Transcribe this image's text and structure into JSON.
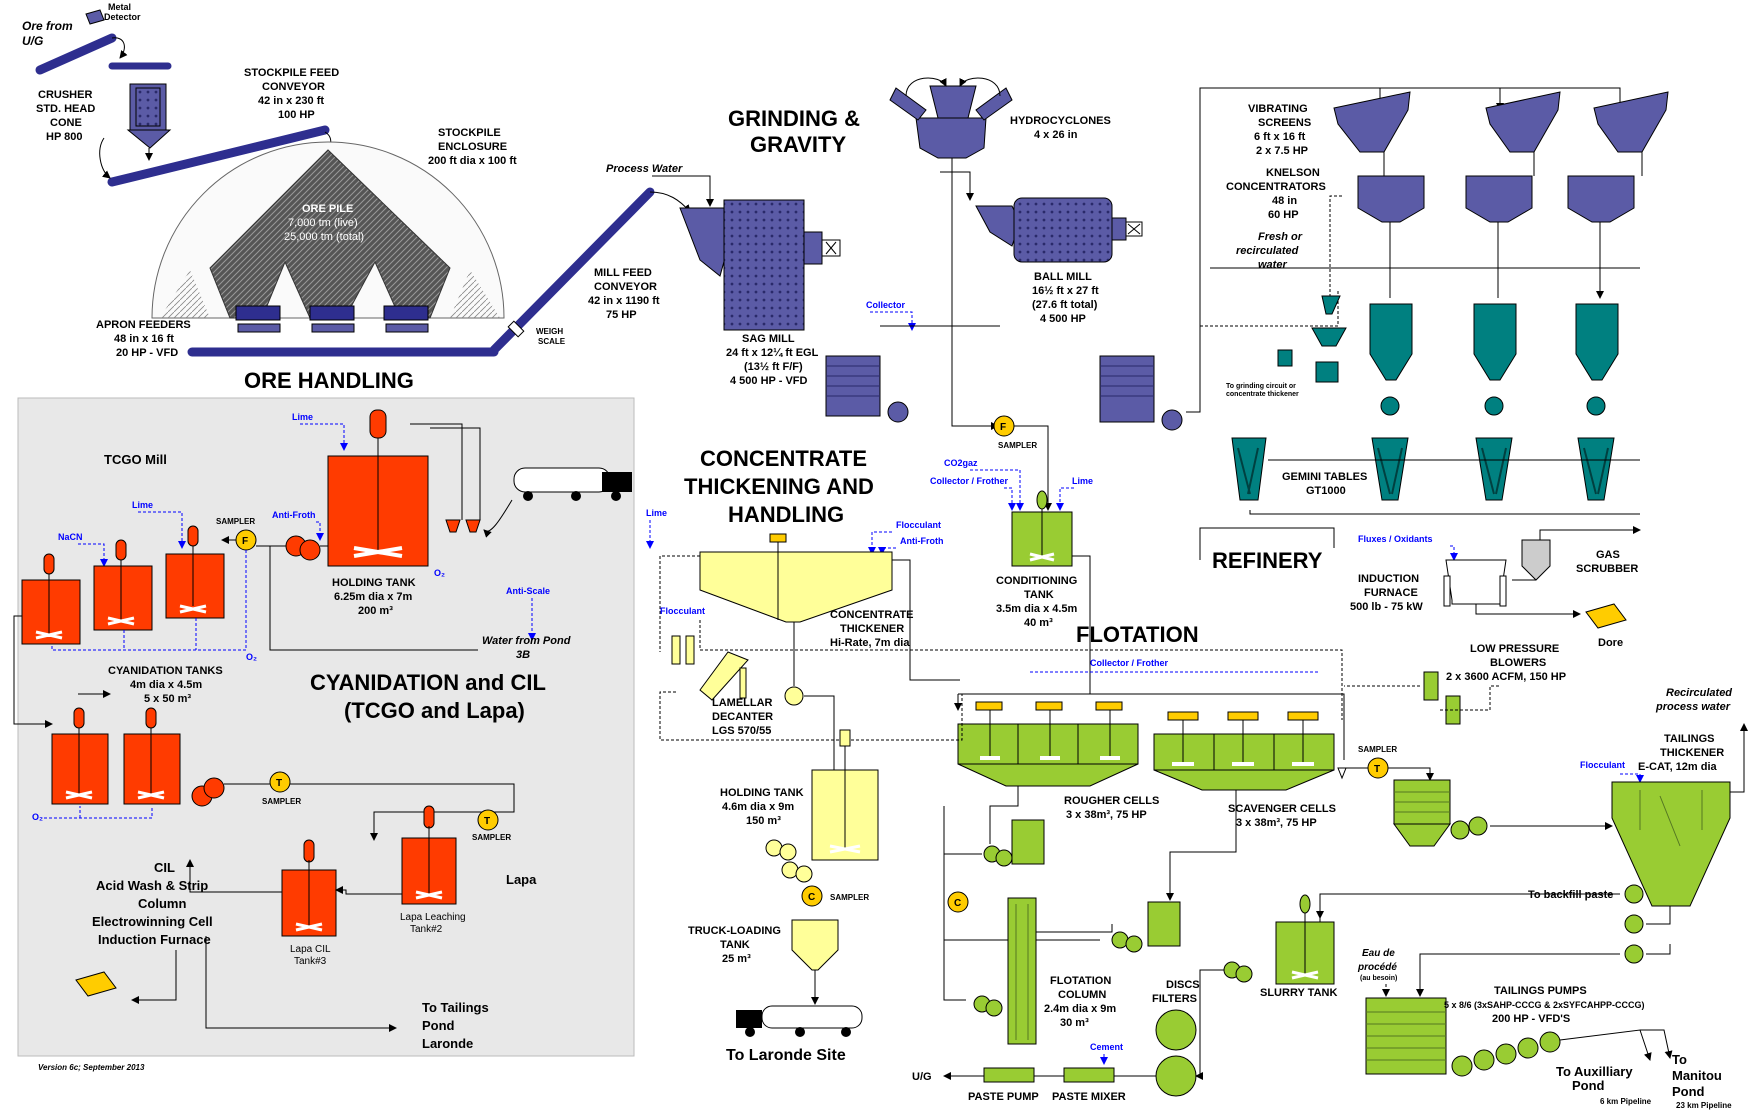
{
  "colors": {
    "equipment_purple": "#5b5ba6",
    "conveyor_blue": "#2e2e8f",
    "cyanidation_red": "#ff3b00",
    "flotation_green": "#99cc33",
    "concentrate_yellow": "#ffff99",
    "gravity_teal": "#008080",
    "sampler_gold": "#ffcc00",
    "reagent_blue": "#0000ff",
    "panel_gray": "#e8e8e8"
  },
  "sections": {
    "ore_handling": "ORE HANDLING",
    "grinding_1": "GRINDING &",
    "grinding_2": "GRAVITY",
    "conc_1": "CONCENTRATE",
    "conc_2": "THICKENING AND",
    "conc_3": "HANDLING",
    "refinery": "REFINERY",
    "flotation": "FLOTATION",
    "cyan_1": "CYANIDATION and CIL",
    "cyan_2": "(TCGO and Lapa)"
  },
  "labels": {
    "ore_from_1": "Ore from",
    "ore_from_2": "U/G",
    "metal_det_1": "Metal",
    "metal_det_2": "Detector",
    "crusher_1": "CRUSHER",
    "crusher_2": "STD. HEAD",
    "crusher_3": "CONE",
    "crusher_4": "HP 800",
    "spf_1": "STOCKPILE FEED",
    "spf_2": "CONVEYOR",
    "spf_3": "42 in x 230 ft",
    "spf_4": "100 HP",
    "spe_1": "STOCKPILE",
    "spe_2": "ENCLOSURE",
    "spe_3": "200 ft dia x 100 ft",
    "orepile_1": "ORE PILE",
    "orepile_2": "7,000 tm (live)",
    "orepile_3": "25,000 tm (total)",
    "apron_1": "APRON FEEDERS",
    "apron_2": "48 in x 16 ft",
    "apron_3": "20 HP - VFD",
    "weigh_1": "WEIGH",
    "weigh_2": "SCALE",
    "process_water": "Process Water",
    "mfc_1": "MILL FEED",
    "mfc_2": "CONVEYOR",
    "mfc_3": "42 in x 1190 ft",
    "mfc_4": "75 HP",
    "sag_1": "SAG MILL",
    "sag_2": "24 ft x 12¼ ft EGL",
    "sag_3": "(13½ ft F/F)",
    "sag_4": "4 500 HP - VFD",
    "collector": "Collector",
    "hydro_1": "HYDROCYCLONES",
    "hydro_2": "4 x 26 in",
    "ball_1": "BALL MILL",
    "ball_2": "16½ ft x 27 ft",
    "ball_3": "(27.6 ft total)",
    "ball_4": "4 500 HP",
    "vib_1": "VIBRATING",
    "vib_2": "SCREENS",
    "vib_3": "6 ft x 16 ft",
    "vib_4": "2 x 7.5 HP",
    "kn_1": "KNELSON",
    "kn_2": "CONCENTRATORS",
    "kn_3": "48 in",
    "kn_4": "60 HP",
    "fresh_1": "Fresh or",
    "fresh_2": "recirculated",
    "fresh_3": "water",
    "to_grind_1": "To grinding circuit or",
    "to_grind_2": "concentrate thickener",
    "gemini_1": "GEMINI TABLES",
    "gemini_2": "GT1000",
    "sampler": "SAMPLER",
    "co2gaz": "CO2gaz",
    "coll_froth": "Collector / Frother",
    "lime": "Lime",
    "cond_1": "CONDITIONING",
    "cond_2": "TANK",
    "cond_3": "3.5m dia x 4.5m",
    "cond_4": "40 m³",
    "fluxes": "Fluxes / Oxidants",
    "ind_1": "INDUCTION",
    "ind_2": "FURNACE",
    "ind_3": "500 lb - 75 kW",
    "gas_1": "GAS",
    "gas_2": "SCRUBBER",
    "dore": "Dore",
    "flocculant": "Flocculant",
    "antifroth": "Anti-Froth",
    "ct_1": "CONCENTRATE",
    "ct_2": "THICKENER",
    "ct_3": "Hi-Rate, 7m dia",
    "lam_1": "LAMELLAR",
    "lam_2": "DECANTER",
    "lam_3": "LGS 570/55",
    "ht2_1": "HOLDING TANK",
    "ht2_2": "4.6m dia x 9m",
    "ht2_3": "150 m³",
    "truck_1": "TRUCK-LOADING",
    "truck_2": "TANK",
    "truck_3": "25 m³",
    "to_laronde": "To Laronde Site",
    "lpb_1": "LOW PRESSURE",
    "lpb_2": "BLOWERS",
    "lpb_3": "2 x 3600 ACFM, 150 HP",
    "recirc_1": "Recirculated",
    "recirc_2": "process water",
    "tt_1": "TAILINGS",
    "tt_2": "THICKENER",
    "tt_3": "E-CAT, 12m dia",
    "rough_1": "ROUGHER CELLS",
    "rough_2": "3 x 38m³, 75 HP",
    "scav_1": "SCAVENGER CELLS",
    "scav_2": "3 x 38m³, 75 HP",
    "backfill": "To backfill paste",
    "eau_1": "Eau de",
    "eau_2": "procédé",
    "eau_3": "(au besoin)",
    "tp_1": "TAILINGS PUMPS",
    "tp_2": "5 x 8/6 (3xSAHP-CCCG & 2xSYFCAHPP-CCCG)",
    "tp_3": "200 HP - VFD'S",
    "aux_1": "To Auxilliary",
    "aux_2": "Pond",
    "aux_3": "6 km Pipeline",
    "man_1": "To",
    "man_2": "Manitou",
    "man_3": "Pond",
    "man_4": "23 km Pipeline",
    "fc_1": "FLOTATION",
    "fc_2": "COLUMN",
    "fc_3": "2.4m dia x 9m",
    "fc_4": "30 m³",
    "discs_1": "DISCS",
    "discs_2": "FILTERS",
    "slurry": "SLURRY TANK",
    "cement": "Cement",
    "ug": "U/G",
    "paste_pump": "PASTE PUMP",
    "paste_mixer": "PASTE MIXER",
    "tcgo_mill": "TCGO Mill",
    "nacn": "NaCN",
    "o2": "O₂",
    "ht1_1": "HOLDING TANK",
    "ht1_2": "6.25m dia x 7m",
    "ht1_3": "200 m³",
    "antiscale": "Anti-Scale",
    "wfp_1": "Water from Pond",
    "wfp_2": "3B",
    "cyt_1": "CYANIDATION TANKS",
    "cyt_2": "4m dia x 4.5m",
    "cyt_3": "5 x 50 m³",
    "lapa": "Lapa",
    "lapa_leach_1": "Lapa Leaching",
    "lapa_leach_2": "Tank#2",
    "lapa_cil_1": "Lapa CIL",
    "lapa_cil_2": "Tank#3",
    "cil_1": "CIL",
    "cil_2": "Acid Wash & Strip",
    "cil_3": "Column",
    "cil_4": "Electrowinning Cell",
    "cil_5": "Induction Furnace",
    "tailings_1": "To Tailings",
    "tailings_2": "Pond",
    "tailings_3": "Laronde",
    "version": "Version 6c; September 2013",
    "sampler_f": "F",
    "sampler_t": "T",
    "sampler_c": "C"
  }
}
